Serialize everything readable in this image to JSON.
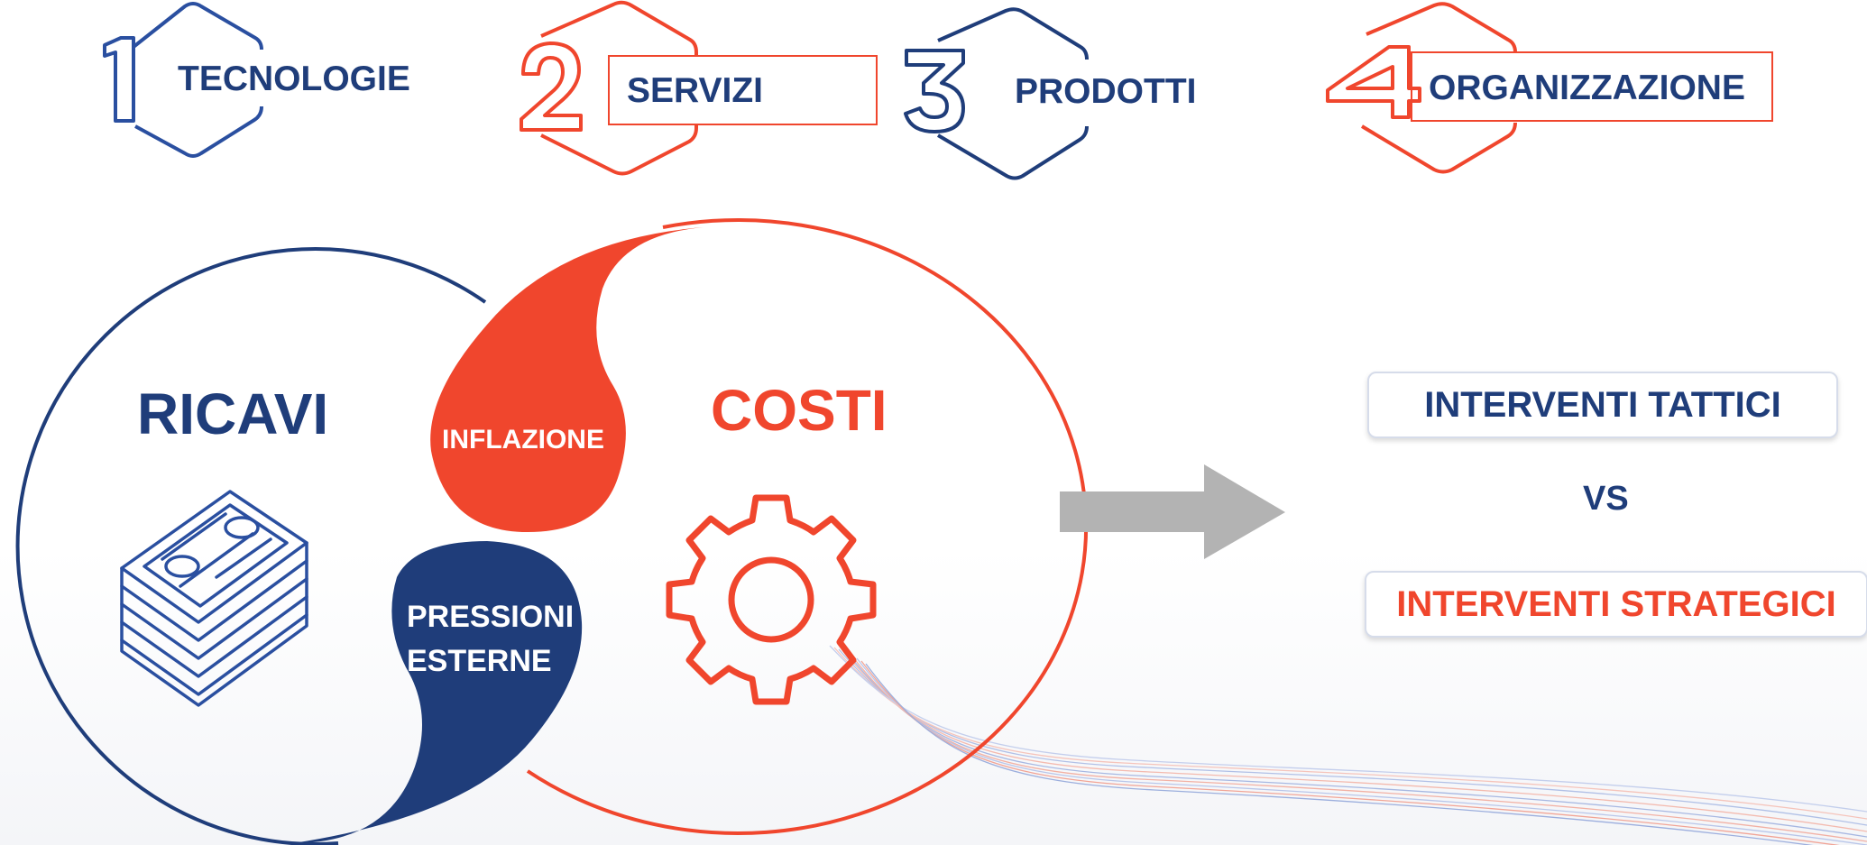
{
  "categories": [
    {
      "number": "1",
      "label": "TECNOLOGIE",
      "color": "#2a4fa0"
    },
    {
      "number": "2",
      "label": "SERVIZI",
      "color": "#f0462d"
    },
    {
      "number": "3",
      "label": "PRODOTTI",
      "color": "#1f3d7a"
    },
    {
      "number": "4",
      "label": "ORGANIZZAZIONE",
      "color": "#f0462d"
    }
  ],
  "diagram": {
    "left_title": "RICAVI",
    "right_title": "COSTI",
    "drop_top": "INFLAZIONE",
    "drop_bottom_line1": "PRESSIONI",
    "drop_bottom_line2": "ESTERNE",
    "left_icon": "money-stack-icon",
    "right_icon": "gear-icon"
  },
  "outcome": {
    "tactical": "INTERVENTI TATTICI",
    "versus": "VS",
    "strategic": "INTERVENTI STRATEGICI"
  },
  "colors": {
    "navy": "#1f3d7a",
    "red": "#f0462d",
    "arrow_gray": "#b3b3b3"
  }
}
